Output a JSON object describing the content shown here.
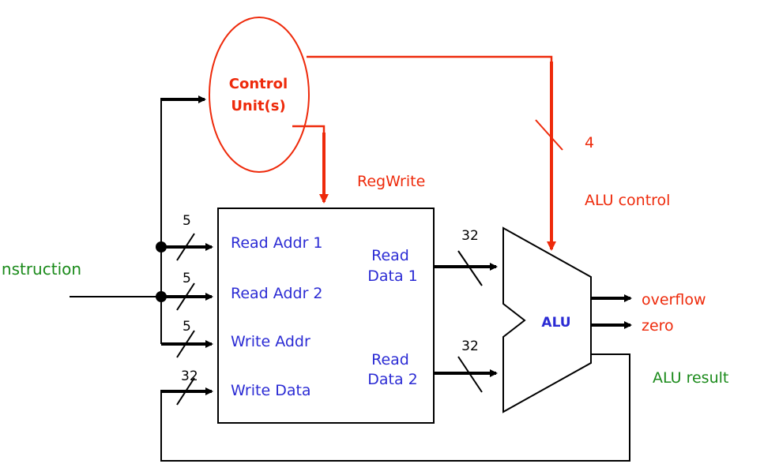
{
  "colors": {
    "control": "#ee2a0b",
    "register_label": "#2b2bd4",
    "signal_label": "#1a8a1a",
    "wire": "#000000"
  },
  "control_unit": {
    "line1": "Control",
    "line2": "Unit(s)"
  },
  "signals": {
    "instruction": "Instruction",
    "regwrite": "RegWrite",
    "alu_control": "ALU control",
    "alu_control_width": "4",
    "overflow": "overflow",
    "zero": "zero",
    "alu_result": "ALU result"
  },
  "register_file": {
    "read_addr_1": "Read Addr 1",
    "read_addr_2": "Read Addr 2",
    "write_addr": "Write Addr",
    "write_data": "Write Data",
    "read_data_1": {
      "line1": "Read",
      "line2": "Data 1"
    },
    "read_data_2": {
      "line1": "Read",
      "line2": "Data 2"
    }
  },
  "bus_widths": {
    "read_addr_1": "5",
    "read_addr_2": "5",
    "write_addr": "5",
    "write_data": "32",
    "read_data_1": "32",
    "read_data_2": "32"
  },
  "alu": {
    "label": "ALU"
  }
}
